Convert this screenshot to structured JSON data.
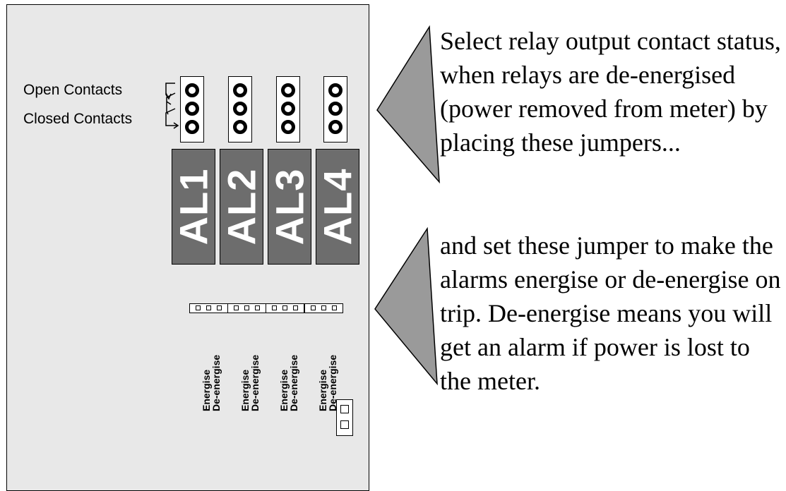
{
  "contacts": {
    "open_label": "Open  Contacts",
    "closed_label": "Closed Contacts"
  },
  "relays": [
    {
      "label": "AL1"
    },
    {
      "label": "AL2"
    },
    {
      "label": "AL3"
    },
    {
      "label": "AL4"
    }
  ],
  "mode_labels": {
    "energise": "Energise",
    "de_energise": "De-energise"
  },
  "notes": {
    "relay_jumpers": "Select relay output contact status, when relays are de-energised (power removed from meter) by placing these jumpers...",
    "alarm_jumpers": "and set these jumper to make the alarms energise or de-energise on trip. De-energise means you will get an alarm if power is lost to the meter."
  },
  "colors": {
    "board": "#e8e8e8",
    "relay": "#6d6d6d",
    "pointer": "#9a9a9a"
  }
}
